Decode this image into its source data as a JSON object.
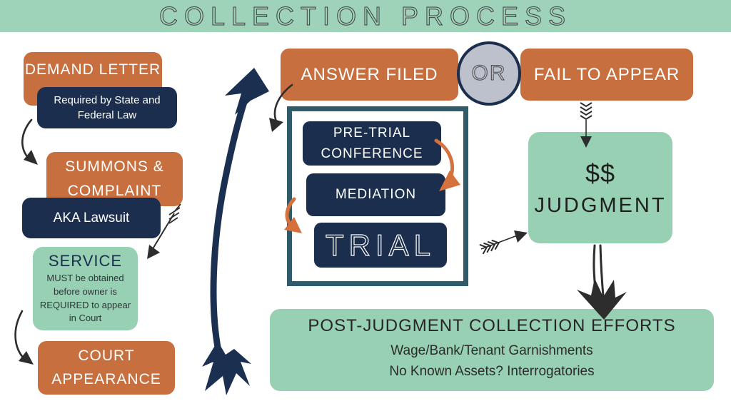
{
  "title": "COLLECTION PROCESS",
  "colors": {
    "banner_green": "#9ed3b9",
    "box_green": "#97d0b2",
    "orange": "#c76f3e",
    "navy": "#1b2e4d",
    "teal_frame": "#2f5b6b",
    "or_circle_gray": "#bcc1cb",
    "ink_black": "#2d2d2d",
    "arrow_orange": "#d4713c"
  },
  "left_flow": {
    "demand_letter": "DEMAND LETTER",
    "demand_note": "Required by State and Federal Law",
    "summons_complaint": "SUMMONS & COMPLAINT",
    "aka_lawsuit": "AKA Lawsuit",
    "service_title": "SERVICE",
    "service_note": "MUST be obtained before owner is REQUIRED to appear in Court",
    "court_appearance": "COURT APPEARANCE"
  },
  "right_flow": {
    "answer_filed": "ANSWER FILED",
    "or_label": "OR",
    "fail_to_appear": "FAIL TO APPEAR",
    "pre_trial_conference": "PRE-TRIAL CONFERENCE",
    "mediation": "MEDIATION",
    "trial": "TRIAL",
    "judgment_money": "$$",
    "judgment": "JUDGMENT",
    "post_title": "POST-JUDGMENT COLLECTION EFFORTS",
    "post_line1": "Wage/Bank/Tenant Garnishments",
    "post_line2": "No Known Assets? Interrogatories"
  }
}
